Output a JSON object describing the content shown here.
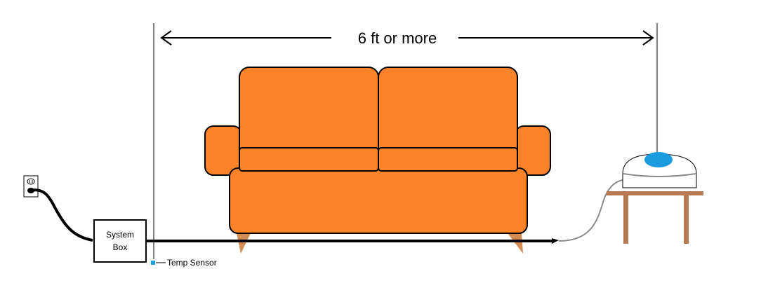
{
  "dimension": {
    "label": "6 ft or more"
  },
  "system_box": {
    "line1": "System",
    "line2": "Box"
  },
  "temp_sensor": {
    "label": "Temp Sensor"
  },
  "colors": {
    "sofa": "#fd832a",
    "sofa_leg": "#d28b52",
    "table": "#b87a53",
    "device_top": "#1a9be0",
    "sensor": "#1ea0e6",
    "cable_gray": "#8a8a8a",
    "outline": "#000000"
  }
}
